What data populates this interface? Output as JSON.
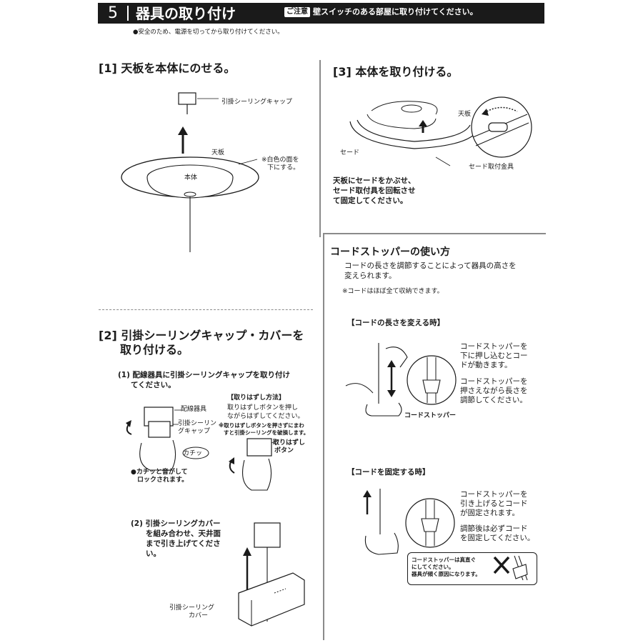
{
  "header": {
    "number": "5",
    "title": "器具の取り付け",
    "caution_badge": "ご注意",
    "caution_text": "壁スイッチのある部屋に取り付けてください。"
  },
  "safety_note": "●安全のため、電源を切ってから取り付けてください。",
  "step1": {
    "title": "[1] 天板を本体にのせる。",
    "label_cap": "引掛シーリングキャップ",
    "label_top": "天板",
    "label_body": "本体",
    "note_line1": "※白色の面を",
    "note_line2": "下にする。"
  },
  "step3": {
    "title": "[3] 本体を取り付ける。",
    "label_top": "天板",
    "label_shade": "セード",
    "label_bracket": "セード取付金具",
    "instr_line1": "天板にセードをかぶせ、",
    "instr_line2": "セード取付具を回転させ",
    "instr_line3": "て固定してください。"
  },
  "step2": {
    "title_line1": "[2] 引掛シーリングキャップ・カバーを",
    "title_line2": "取り付ける。",
    "sub1_line1": "(1) 配線器具に引掛シーリングキャップを取り付け",
    "sub1_line2": "てください。",
    "label_wiring": "配線器具",
    "label_cap_line1": "引掛シーリン",
    "label_cap_line2": "グキャップ",
    "click_sound": "カチッ",
    "lock_line1": "●カチッと音がして",
    "lock_line2": "ロックされます。",
    "removal_title": "【取りはずし方法】",
    "removal_line1": "取りはずしボタンを押し",
    "removal_line2": "ながらはずしてください。",
    "removal_warn_line1": "※取りはずしボタンを押さずにまわ",
    "removal_warn_line2": "すと引掛シーリングを破損します。",
    "label_button_line1": "取りはずし",
    "label_button_line2": "ボタン",
    "sub2_line1": "(2) 引掛シーリングカバー",
    "sub2_line2": "を組み合わせ、天井面",
    "sub2_line3": "まで引き上げてくださ",
    "sub2_line4": "い。",
    "label_cover_line1": "引掛シーリング",
    "label_cover_line2": "カバー"
  },
  "cord": {
    "title": "コードストッパーの使い方",
    "intro_line1": "コードの長さを調節することによって器具の高さを",
    "intro_line2": "変えられます。",
    "intro_note": "※コードはほぼ全て収納できます。",
    "change_title": "【コードの長さを変える時】",
    "change_line1": "コードストッパーを",
    "change_line2": "下に押し込むとコー",
    "change_line3": "ドが動きます。",
    "change_line4": "コードストッパーを",
    "change_line5": "押さえながら長さを",
    "change_line6": "調節してください。",
    "label_stopper": "コードストッパー",
    "fix_title": "【コードを固定する時】",
    "fix_line1": "コードストッパーを",
    "fix_line2": "引き上げるとコード",
    "fix_line3": "が固定されます。",
    "fix_line4": "調節後は必ずコード",
    "fix_line5": "を固定してください。",
    "warn_line1": "コードストッパーは真直ぐ",
    "warn_line2": "にしてください。",
    "warn_line3": "器具が傾く原因になります。"
  }
}
